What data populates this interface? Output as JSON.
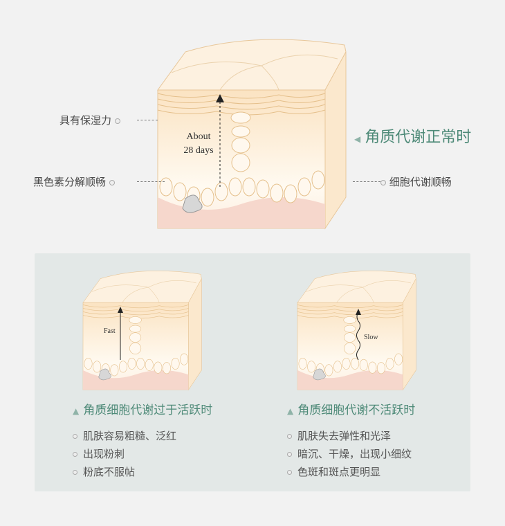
{
  "main": {
    "title": "角质代谢正常时",
    "labels": {
      "moisture": "具有保湿力",
      "melanin": "黑色素分解顺畅",
      "cell": "细胞代谢顺畅"
    },
    "arrow_text_1": "About",
    "arrow_text_2": "28 days"
  },
  "left": {
    "title": "角质细胞代谢过于活跃时",
    "arrow_text": "Fast",
    "items": [
      "肌肤容易粗糙、泛红",
      "出现粉刺",
      "粉底不服帖"
    ]
  },
  "right": {
    "title": "角质细胞代谢不活跃时",
    "arrow_text": "Slow",
    "items": [
      "肌肤失去弹性和光泽",
      "暗沉、干燥，出现小细纹",
      "色斑和斑点更明显"
    ]
  },
  "colors": {
    "accent": "#4e8a78",
    "panel": "#e3e8e7",
    "skin": "#fbe6c8",
    "dermis": "#f6d7cc",
    "outline": "#e8c79a"
  }
}
